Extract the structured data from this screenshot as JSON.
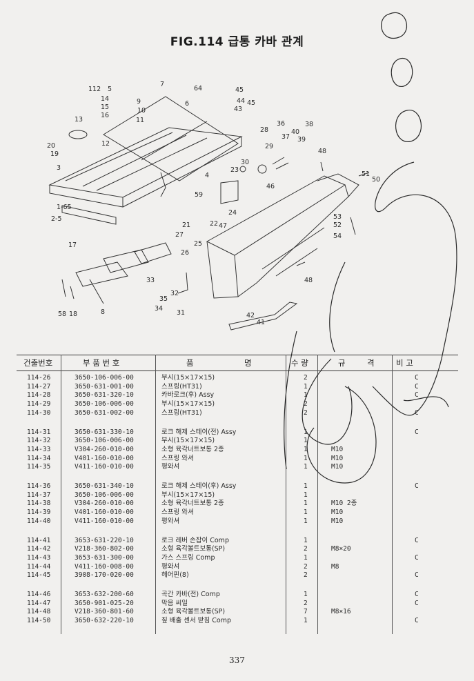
{
  "title": "FIG.114 급통 카바 관계",
  "callouts": [
    "112",
    "5",
    "7",
    "64",
    "45",
    "14",
    "9",
    "44",
    "45",
    "15",
    "10",
    "43",
    "16",
    "11",
    "6",
    "13",
    "36",
    "38",
    "28",
    "40",
    "37",
    "39",
    "20",
    "12",
    "29",
    "19",
    "48",
    "30",
    "3",
    "23",
    "51",
    "46",
    "50",
    "4",
    "1-65",
    "59",
    "53",
    "2-5",
    "52",
    "21",
    "22",
    "54",
    "24",
    "47",
    "27",
    "17",
    "25",
    "26",
    "48",
    "33",
    "35",
    "32",
    "58",
    "18",
    "8",
    "34",
    "31",
    "42",
    "41"
  ],
  "table": {
    "headers": [
      "건출번호",
      "부 품 번 호",
      "품",
      "명",
      "수 량",
      "규",
      "격",
      "비 고"
    ],
    "groups": [
      [
        {
          "no": "114-26",
          "part": "3650-106-006-00",
          "name": "부시(15×17×15)",
          "qty": "2",
          "spec": "",
          "note": "C"
        },
        {
          "no": "114-27",
          "part": "3650-631-001-00",
          "name": "스프링(HT31)",
          "qty": "1",
          "spec": "",
          "note": "C"
        },
        {
          "no": "114-28",
          "part": "3650-631-320-10",
          "name": "카바로크(후) Assy",
          "qty": "1",
          "spec": "",
          "note": "C"
        },
        {
          "no": "114-29",
          "part": "3650-106-006-00",
          "name": "부시(15×17×15)",
          "qty": "2",
          "spec": "",
          "note": ""
        },
        {
          "no": "114-30",
          "part": "3650-631-002-00",
          "name": "스프링(HT31)",
          "qty": "2",
          "spec": "",
          "note": "C"
        }
      ],
      [
        {
          "no": "114-31",
          "part": "3650-631-330-10",
          "name": "로크 해제 스테이(전) Assy",
          "qty": "1",
          "spec": "",
          "note": "C"
        },
        {
          "no": "114-32",
          "part": "3650-106-006-00",
          "name": "부시(15×17×15)",
          "qty": "1",
          "spec": "",
          "note": ""
        },
        {
          "no": "114-33",
          "part": "V304-260-010-00",
          "name": "소형 육각너트보통 2종",
          "qty": "1",
          "spec": "M10",
          "note": ""
        },
        {
          "no": "114-34",
          "part": "V401-160-010-00",
          "name": "스프링 와셔",
          "qty": "1",
          "spec": "M10",
          "note": ""
        },
        {
          "no": "114-35",
          "part": "V411-160-010-00",
          "name": "평와셔",
          "qty": "1",
          "spec": "M10",
          "note": ""
        }
      ],
      [
        {
          "no": "114-36",
          "part": "3650-631-340-10",
          "name": "로크 해제 스테이(후) Assy",
          "qty": "1",
          "spec": "",
          "note": "C"
        },
        {
          "no": "114-37",
          "part": "3650-106-006-00",
          "name": "부시(15×17×15)",
          "qty": "1",
          "spec": "",
          "note": ""
        },
        {
          "no": "114-38",
          "part": "V304-260-010-00",
          "name": "소형 육각너트보통 2종",
          "qty": "1",
          "spec": "M10 2종",
          "note": ""
        },
        {
          "no": "114-39",
          "part": "V401-160-010-00",
          "name": "스프링 와셔",
          "qty": "1",
          "spec": "M10",
          "note": ""
        },
        {
          "no": "114-40",
          "part": "V411-160-010-00",
          "name": "평와셔",
          "qty": "1",
          "spec": "M10",
          "note": ""
        }
      ],
      [
        {
          "no": "114-41",
          "part": "3653-631-220-10",
          "name": "로크 레버 손잡이 Comp",
          "qty": "1",
          "spec": "",
          "note": "C"
        },
        {
          "no": "114-42",
          "part": "V218-360-802-00",
          "name": "소형 육각볼트보통(SP)",
          "qty": "2",
          "spec": "M8×20",
          "note": ""
        },
        {
          "no": "114-43",
          "part": "3653-631-300-00",
          "name": "가스 스프링 Comp",
          "qty": "1",
          "spec": "",
          "note": "C"
        },
        {
          "no": "114-44",
          "part": "V411-160-008-00",
          "name": "평와셔",
          "qty": "2",
          "spec": "M8",
          "note": ""
        },
        {
          "no": "114-45",
          "part": "3908-170-020-00",
          "name": "헤어핀(8)",
          "qty": "2",
          "spec": "",
          "note": "C"
        }
      ],
      [
        {
          "no": "114-46",
          "part": "3653-632-200-60",
          "name": "곡간 카바(전) Comp",
          "qty": "1",
          "spec": "",
          "note": "C"
        },
        {
          "no": "114-47",
          "part": "3650-901-025-20",
          "name": "막음 씨일",
          "qty": "2",
          "spec": "",
          "note": "C"
        },
        {
          "no": "114-48",
          "part": "V218-360-801-60",
          "name": "소형 육각볼트보통(SP)",
          "qty": "7",
          "spec": "M8×16",
          "note": ""
        },
        {
          "no": "114-50",
          "part": "3650-632-220-10",
          "name": "짚 배출 센서 받침 Comp",
          "qty": "1",
          "spec": "",
          "note": "C"
        }
      ]
    ]
  },
  "page_number": "337"
}
